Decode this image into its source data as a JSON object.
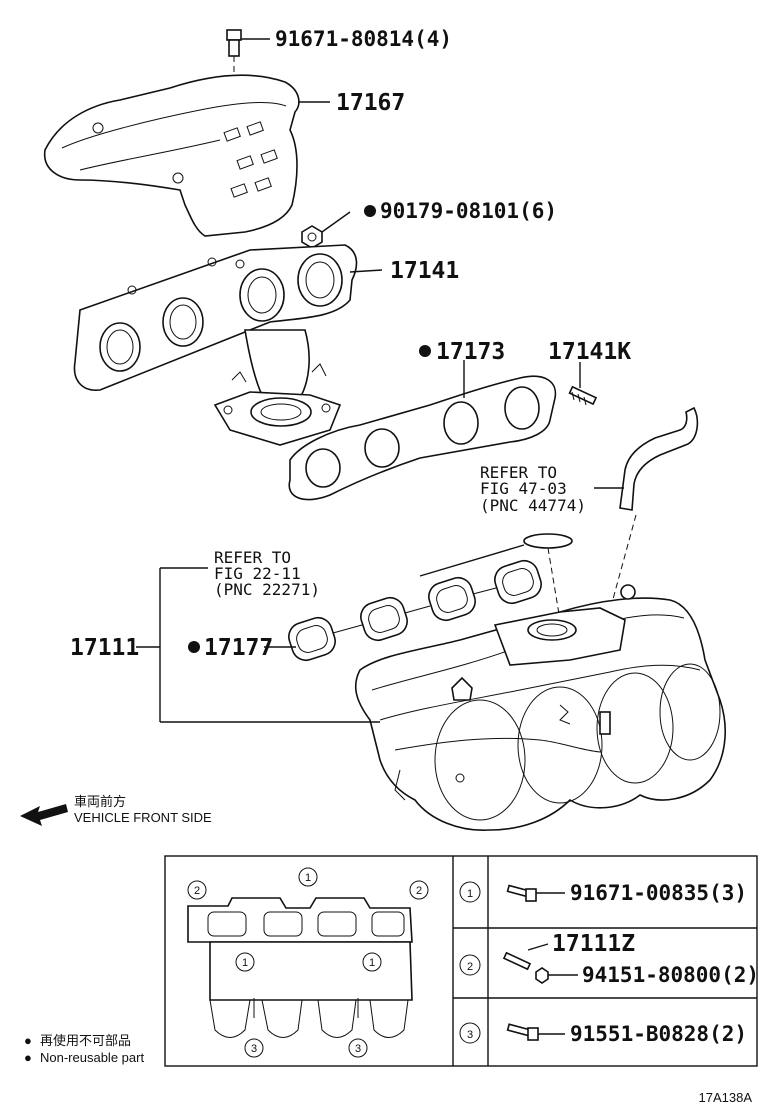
{
  "callouts": {
    "bolt_top": "91671-80814(4)",
    "heat_insulator": "17167",
    "nut": "90179-08101(6)",
    "exhaust_manifold": "17141",
    "exhaust_gasket": "17173",
    "stud": "17141K",
    "refer_47": {
      "line1": "REFER TO",
      "line2": "FIG 47-03",
      "line3": "(PNC 44774)"
    },
    "refer_22": {
      "line1": "REFER TO",
      "line2": "FIG 22-11",
      "line3": "(PNC 22271)"
    },
    "intake_manifold": "17111",
    "intake_gasket": "17177"
  },
  "direction": {
    "jp": "車両前方",
    "en": "VEHICLE FRONT SIDE"
  },
  "legend": {
    "jp": "再使用不可部品",
    "en": "Non-reusable part",
    "marker": "●"
  },
  "fastener_table": {
    "rows": [
      {
        "index": "1",
        "parts": [
          "91671-00835(3)"
        ]
      },
      {
        "index": "2",
        "parts": [
          "17111Z",
          "94151-80800(2)"
        ]
      },
      {
        "index": "3",
        "parts": [
          "91551-B0828(2)"
        ]
      }
    ]
  },
  "small_view_markers": [
    "2",
    "1",
    "2",
    "1",
    "1",
    "3",
    "3"
  ],
  "figure_id": "17A138A"
}
